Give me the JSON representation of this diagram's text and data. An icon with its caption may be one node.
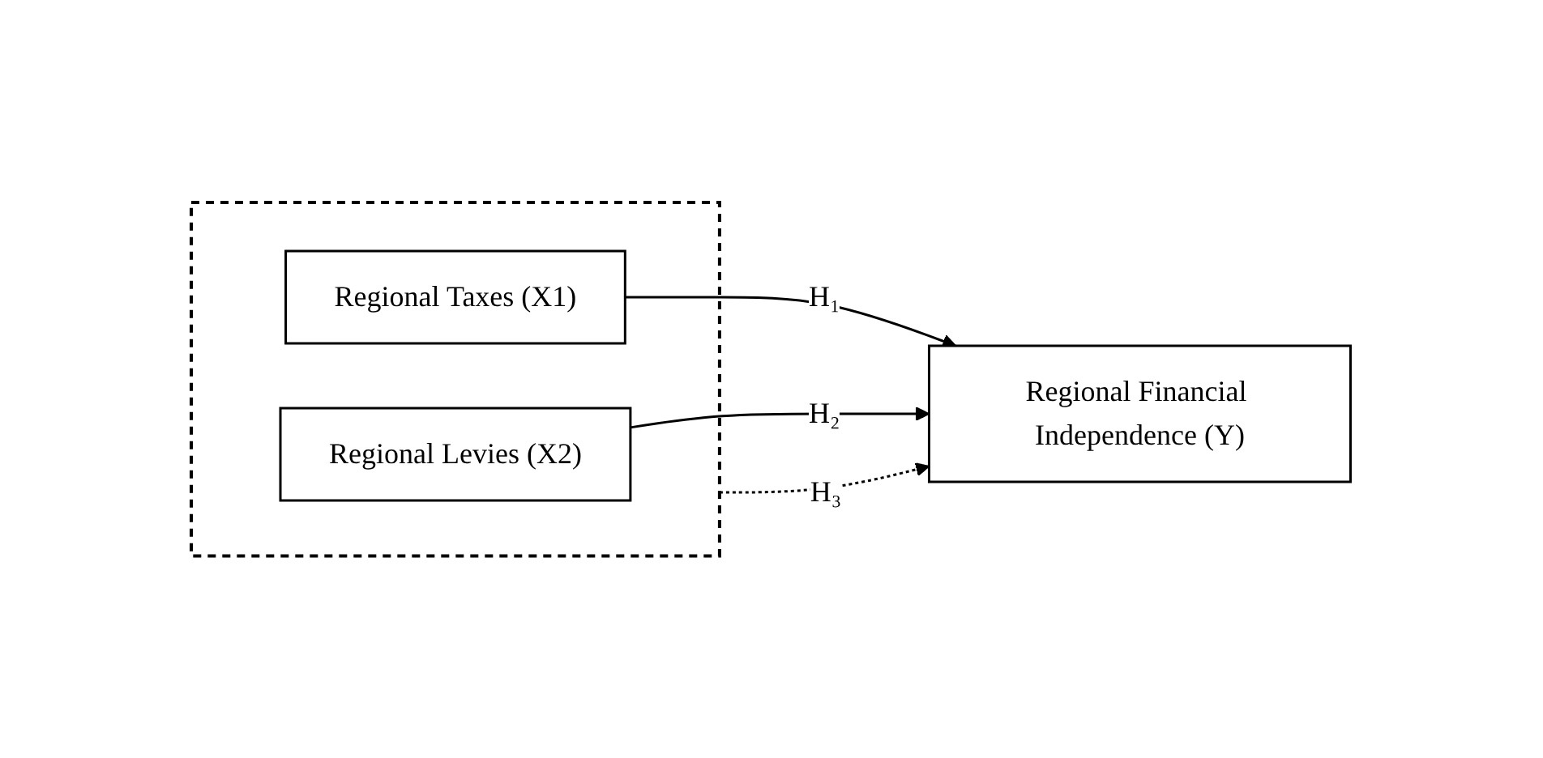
{
  "diagram": {
    "nodes": [
      {
        "text": [],
        "shape": "box"
      },
      {
        "text": [
          "Regional Taxes (X1)"
        ],
        "in": 0
      },
      {
        "text": [
          "Regional Levies (X2)"
        ],
        "in": 0
      },
      {
        "text": [
          "Regional Financial Independence (Y)"
        ]
      }
    ],
    "edges": [
      {
        "from": 1,
        "to": 3,
        "arrow": "to",
        "label": "H₁"
      },
      {
        "from": 2,
        "to": 3,
        "arrow": "to",
        "label": "H₂"
      },
      {
        "from": 0,
        "to": 3,
        "arrow": "to",
        "label": "H₃",
        "style": "dashed"
      }
    ]
  }
}
